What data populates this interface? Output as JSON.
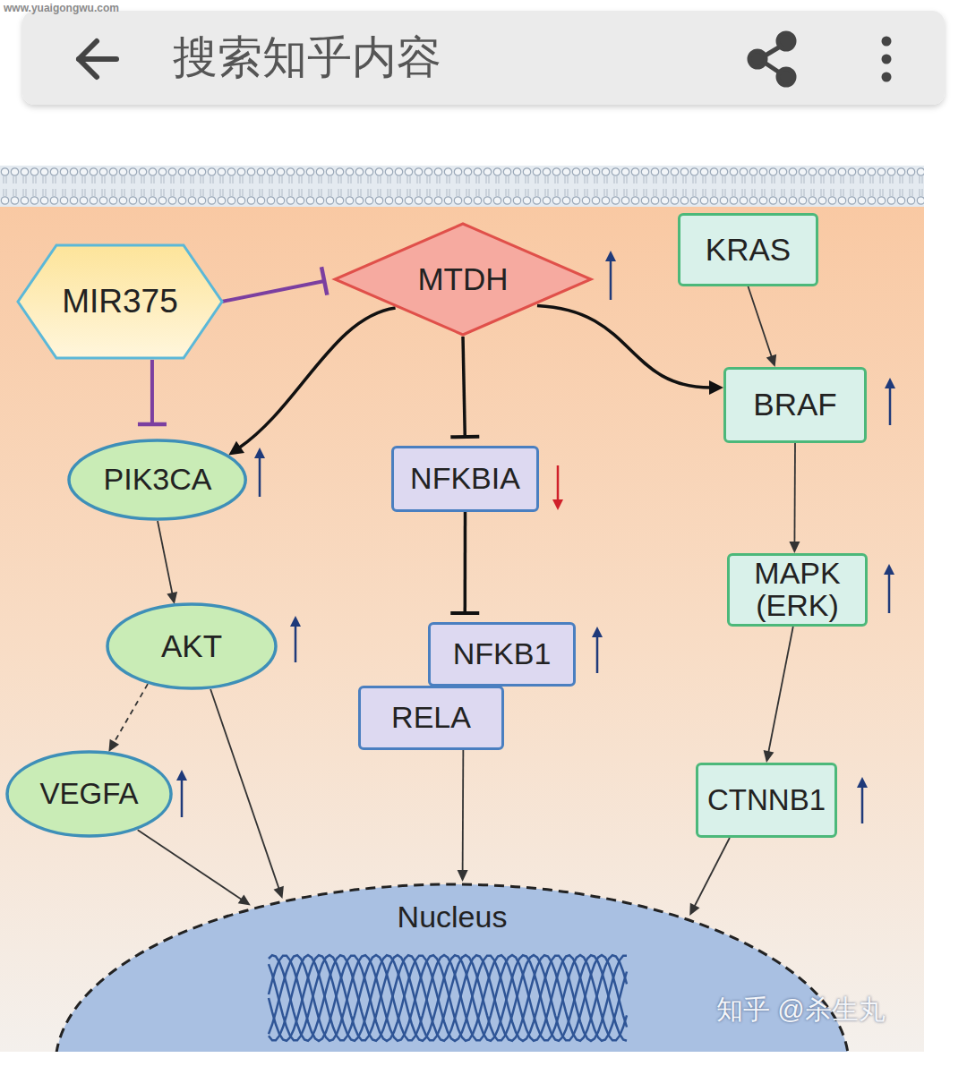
{
  "diagram": {
    "nodes": [
      {
        "text": [
          "搜索知乎内容"
        ]
      },
      {
        "text": [
          "MIR375"
        ]
      },
      {
        "text": [
          "MTDH"
        ]
      },
      {
        "text": [
          "KRAS"
        ]
      },
      {
        "text": [
          "BRAF"
        ]
      },
      {
        "text": [
          "PIK3CA"
        ]
      },
      {
        "text": [
          "NFKBIA"
        ]
      },
      {
        "text": [
          "MAPK (ERK)"
        ]
      },
      {
        "text": [
          "AKT"
        ]
      },
      {
        "text": [
          "NFKB1"
        ]
      },
      {
        "text": [
          "RELA"
        ]
      },
      {
        "text": [
          "VEGFA"
        ]
      },
      {
        "text": [
          "CTNNB1"
        ]
      },
      {
        "text": [
          "Nucleus"
        ]
      }
    ],
    "edges": [
      {
        "from": 1,
        "to": 2,
        "arrow": "to"
      },
      {
        "from": 1,
        "to": 5,
        "arrow": "to"
      },
      {
        "from": 2,
        "to": 5,
        "arrow": "to"
      },
      {
        "from": 2,
        "to": 6,
        "arrow": "to"
      },
      {
        "from": 2,
        "to": 4,
        "arrow": "to"
      },
      {
        "from": 3,
        "to": 4,
        "arrow": "to"
      },
      {
        "from": 5,
        "to": 8,
        "arrow": "to"
      },
      {
        "from": 6,
        "to": 9,
        "arrow": "to"
      },
      {
        "from": 4,
        "to": 7,
        "arrow": "to"
      },
      {
        "from": 7,
        "to": 12,
        "arrow": "to"
      },
      {
        "from": 8,
        "to": 11,
        "arrow": "to"
      },
      {
        "from": 8,
        "to": 13,
        "arrow": "to"
      },
      {
        "from": 11,
        "to": 13,
        "arrow": "to"
      },
      {
        "from": 10,
        "to": 13,
        "arrow": "to"
      },
      {
        "from": 12,
        "to": 13,
        "arrow": "to"
      }
    ],
    "labels": [
      "www.yuaigongwu.com",
      "知乎 @杀生丸"
    ]
  }
}
